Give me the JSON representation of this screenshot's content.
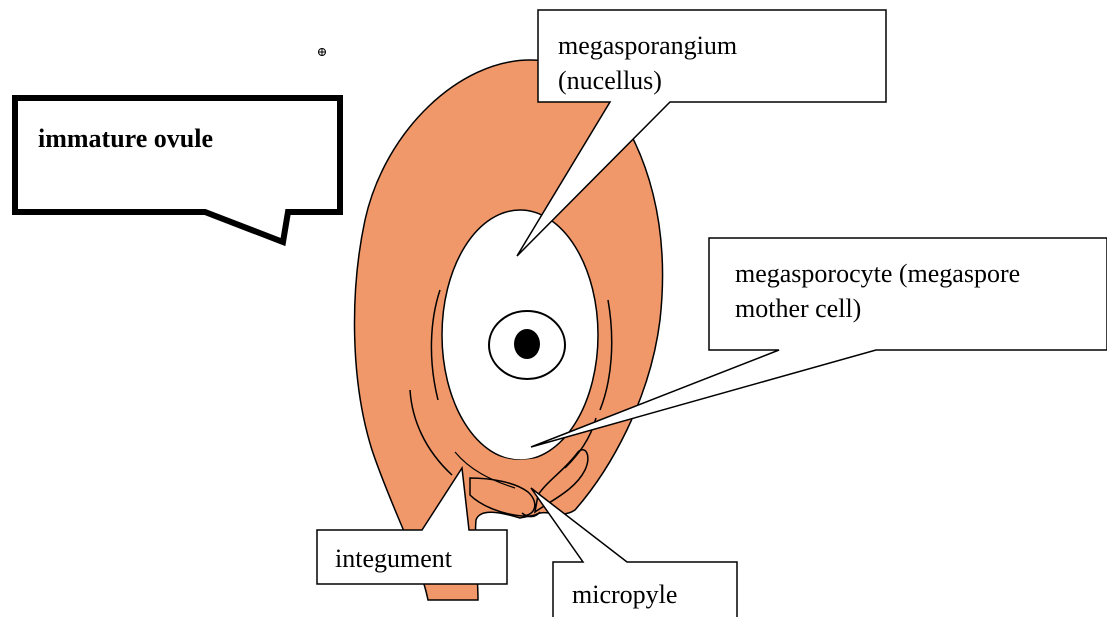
{
  "title": "immature ovule",
  "labels": {
    "megasporangium_line1": "megasporangium",
    "megasporangium_line2": "(nucellus)",
    "megasporocyte_line1": "megasporocyte (megaspore",
    "megasporocyte_line2": "mother cell)",
    "integument": "integument",
    "micropyle": "micropyle"
  },
  "colors": {
    "tissue": "#f0986a",
    "outline": "#000000",
    "nucellus_center": "#ffffff",
    "cell_nucleus": "#000000",
    "background": "#ffffff"
  }
}
